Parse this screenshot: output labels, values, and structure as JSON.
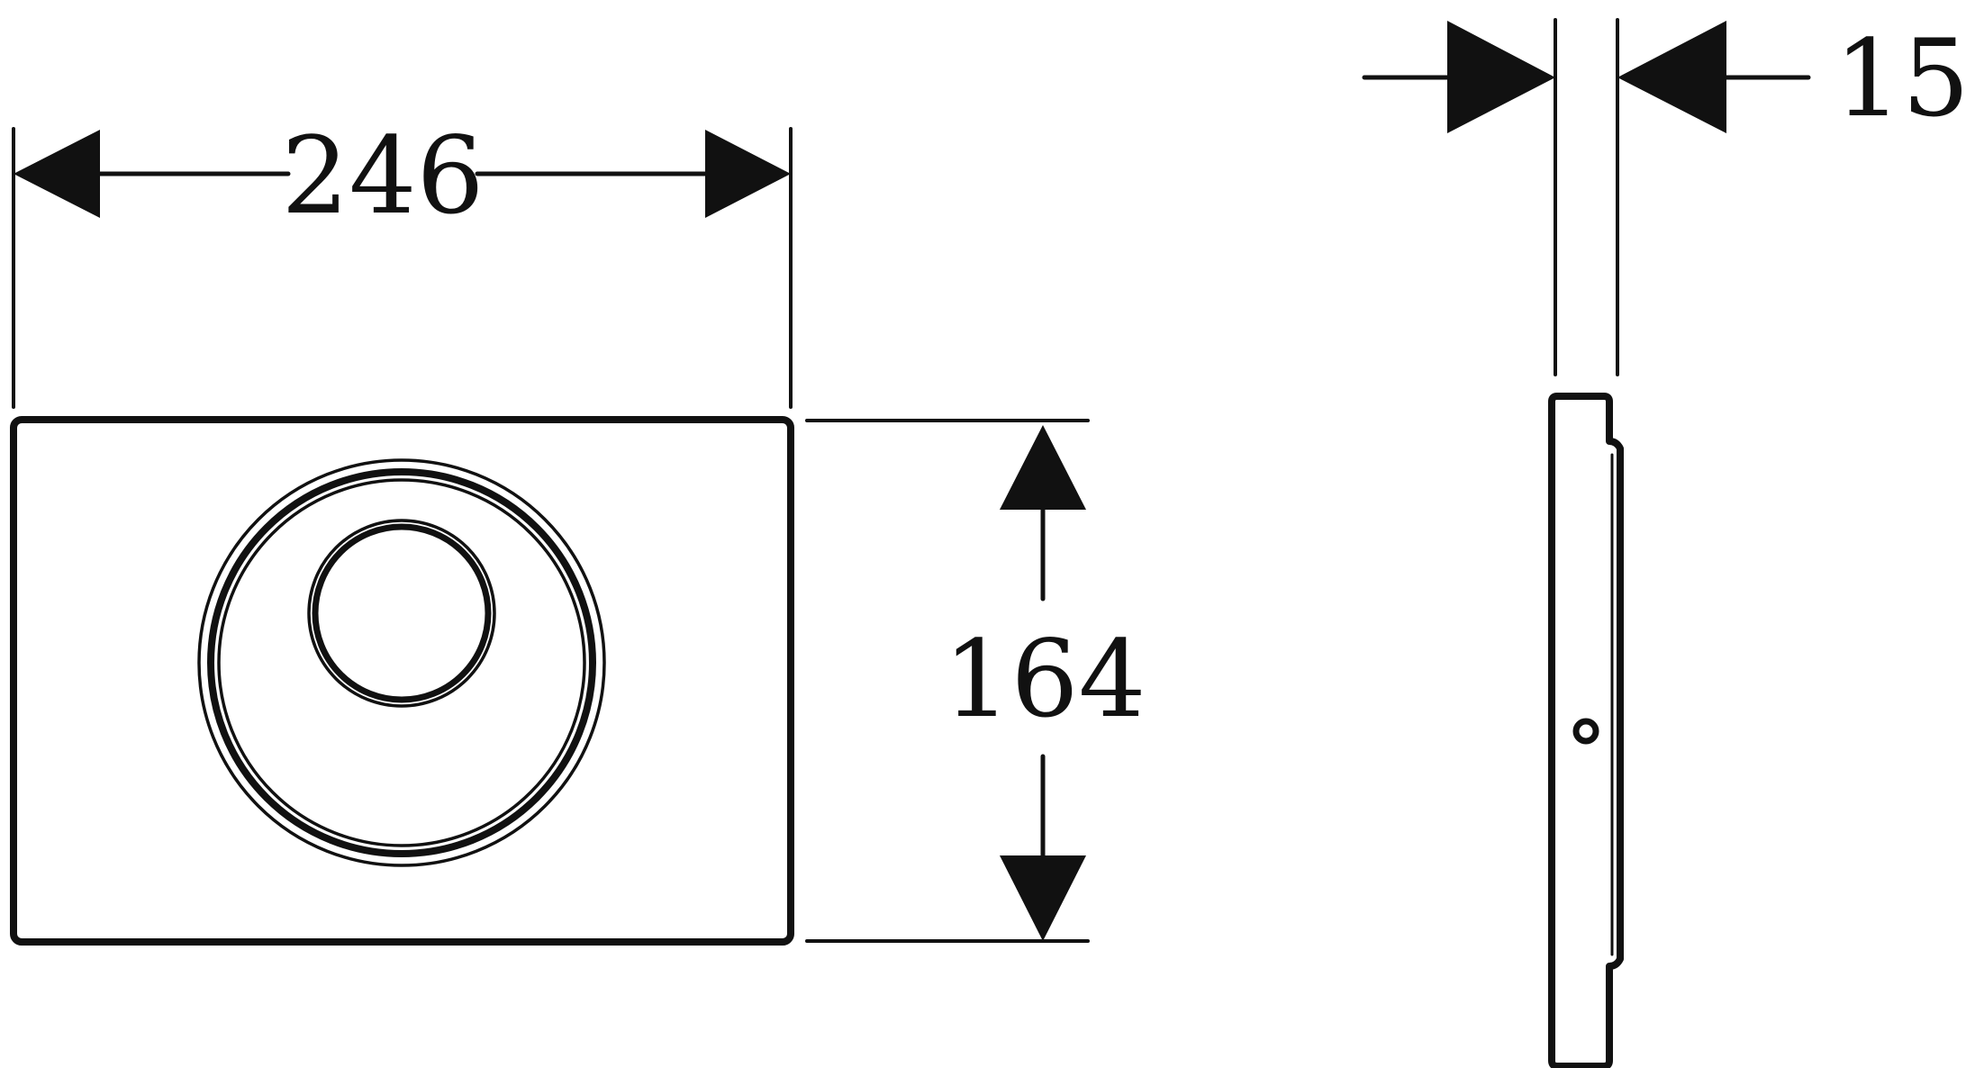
{
  "dimensions": {
    "width_value": "246",
    "height_value": "164",
    "depth_value": "15"
  },
  "colors": {
    "ink": "#111111",
    "background": "#ffffff"
  }
}
